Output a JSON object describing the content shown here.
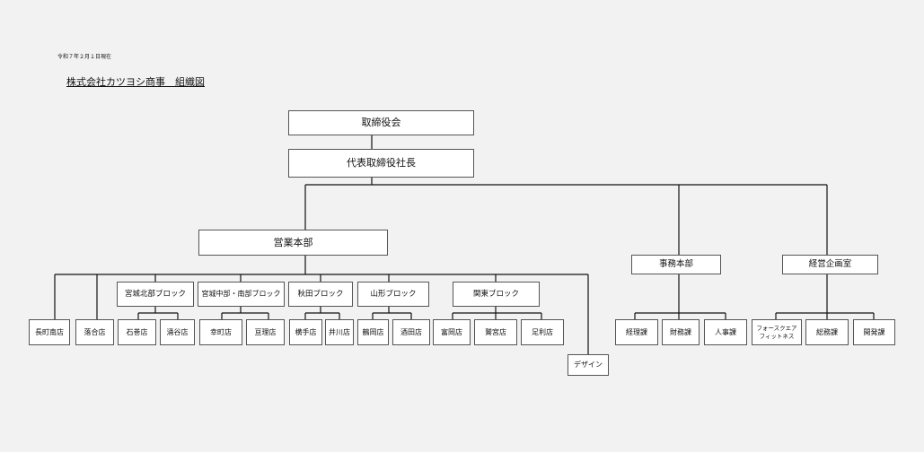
{
  "header": {
    "date": "令和７年２月１日現在",
    "title": "株式会社カツヨシ商事　組織図"
  },
  "org": {
    "board": "取締役会",
    "president": "代表取締役社長",
    "sales_hq": "営業本部",
    "admin_hq": "事務本部",
    "planning": "経営企画室",
    "blocks": {
      "miyagi_north": "宮城北部ブロック",
      "miyagi_central_south": "宮城中部・南部ブロック",
      "akita": "秋田ブロック",
      "yamagata": "山形ブロック",
      "kanto": "関東ブロック"
    },
    "stores": {
      "nagamachi_minami": "長町南店",
      "ochiai": "落合店",
      "ishinomaki": "石巻店",
      "wakuya": "涌谷店",
      "saiwaicho": "幸町店",
      "watari": "亘理店",
      "yokote": "横手店",
      "ikawa": "井川店",
      "tsuruoka": "鶴岡店",
      "sakata": "酒田店",
      "tomioka": "富岡店",
      "washinomiya": "鷲宮店",
      "ashikaga": "足利店"
    },
    "design": "デザイン",
    "admin_sections": {
      "accounting": "経理課",
      "finance": "財務課",
      "hr": "人事課"
    },
    "planning_sections": {
      "force_square": "フォースクエア\nフィットネス",
      "general_affairs": "総務課",
      "development": "開発課"
    }
  }
}
